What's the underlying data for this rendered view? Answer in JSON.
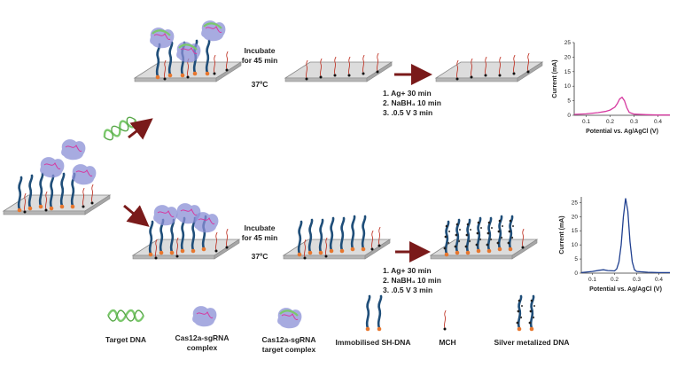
{
  "incubation": {
    "top": {
      "line1": "Incubate",
      "line2": "for 45 min",
      "temp": "37ºC"
    },
    "bottom": {
      "line1": "Incubate",
      "line2": "for 45 min",
      "temp": "37ºC"
    }
  },
  "metallization_steps": {
    "top": [
      "1.  Ag+ 30 min",
      "2. NaBH₄ 10 min",
      "3. .0.5 V 3 min"
    ],
    "bottom": [
      "1.  Ag+ 30 min",
      "2. NaBH₄ 10 min",
      "3. .0.5 V 3 min"
    ]
  },
  "legend": {
    "target_dna": "Target DNA",
    "cas_complex_1": "Cas12a-sgRNA",
    "cas_complex_2": "complex",
    "cas_target_1": "Cas12a-sgRNA",
    "cas_target_2": "target complex",
    "immobilised": "Immobilised SH-DNA",
    "mch": "MCH",
    "silver": "Silver metalized DNA"
  },
  "colors": {
    "top_trace": "#d63aa0",
    "bottom_trace": "#1f3f8f",
    "arrow": "#7a1a1a",
    "dna": "#1f4e79",
    "target_dna": "#7bc86c",
    "protein": "#8a8fd6",
    "mch": "#c0392b",
    "electrode": "#d9d9d9"
  },
  "chart_data": [
    {
      "type": "line",
      "title": "",
      "xlabel": "Potential vs. Ag/AgCl (V)",
      "ylabel": "Current (mA)",
      "xlim": [
        0.05,
        0.45
      ],
      "ylim": [
        0,
        25
      ],
      "xticks": [
        "0.1",
        "0.2",
        "0.3",
        "0.4"
      ],
      "xtick_values": [
        0.1,
        0.2,
        0.3,
        0.4
      ],
      "yticks": [
        "0",
        "5",
        "10",
        "15",
        "20",
        "25"
      ],
      "ytick_values": [
        0,
        5,
        10,
        15,
        20,
        25
      ],
      "color": "#d63aa0",
      "series": [
        {
          "x": [
            0.05,
            0.1,
            0.15,
            0.18,
            0.2,
            0.22,
            0.23,
            0.24,
            0.25,
            0.26,
            0.27,
            0.28,
            0.3,
            0.35,
            0.4,
            0.45
          ],
          "y": [
            0.3,
            0.5,
            0.9,
            1.3,
            1.8,
            2.8,
            4.0,
            5.6,
            6.2,
            5.0,
            2.6,
            1.0,
            0.4,
            0.2,
            0.1,
            0.1
          ]
        }
      ]
    },
    {
      "type": "line",
      "title": "",
      "xlabel": "Potential vs. Ag/AgCl (V)",
      "ylabel": "Current (mA)",
      "xlim": [
        0.05,
        0.45
      ],
      "ylim": [
        0,
        27
      ],
      "xticks": [
        "0.1",
        "0.2",
        "0.3",
        "0.4"
      ],
      "xtick_values": [
        0.1,
        0.2,
        0.3,
        0.4
      ],
      "yticks": [
        "0",
        "5",
        "10",
        "15",
        "20",
        "25"
      ],
      "ytick_values": [
        0,
        5,
        10,
        15,
        20,
        25
      ],
      "color": "#1f3f8f",
      "series": [
        {
          "x": [
            0.05,
            0.1,
            0.13,
            0.15,
            0.17,
            0.2,
            0.21,
            0.22,
            0.23,
            0.24,
            0.25,
            0.26,
            0.27,
            0.28,
            0.29,
            0.3,
            0.35,
            0.4,
            0.45
          ],
          "y": [
            0.2,
            0.6,
            1.0,
            1.2,
            0.9,
            0.8,
            1.5,
            4.0,
            10.0,
            20.0,
            26.5,
            22.0,
            11.0,
            4.0,
            1.2,
            0.6,
            0.3,
            0.2,
            0.2
          ]
        }
      ]
    }
  ]
}
